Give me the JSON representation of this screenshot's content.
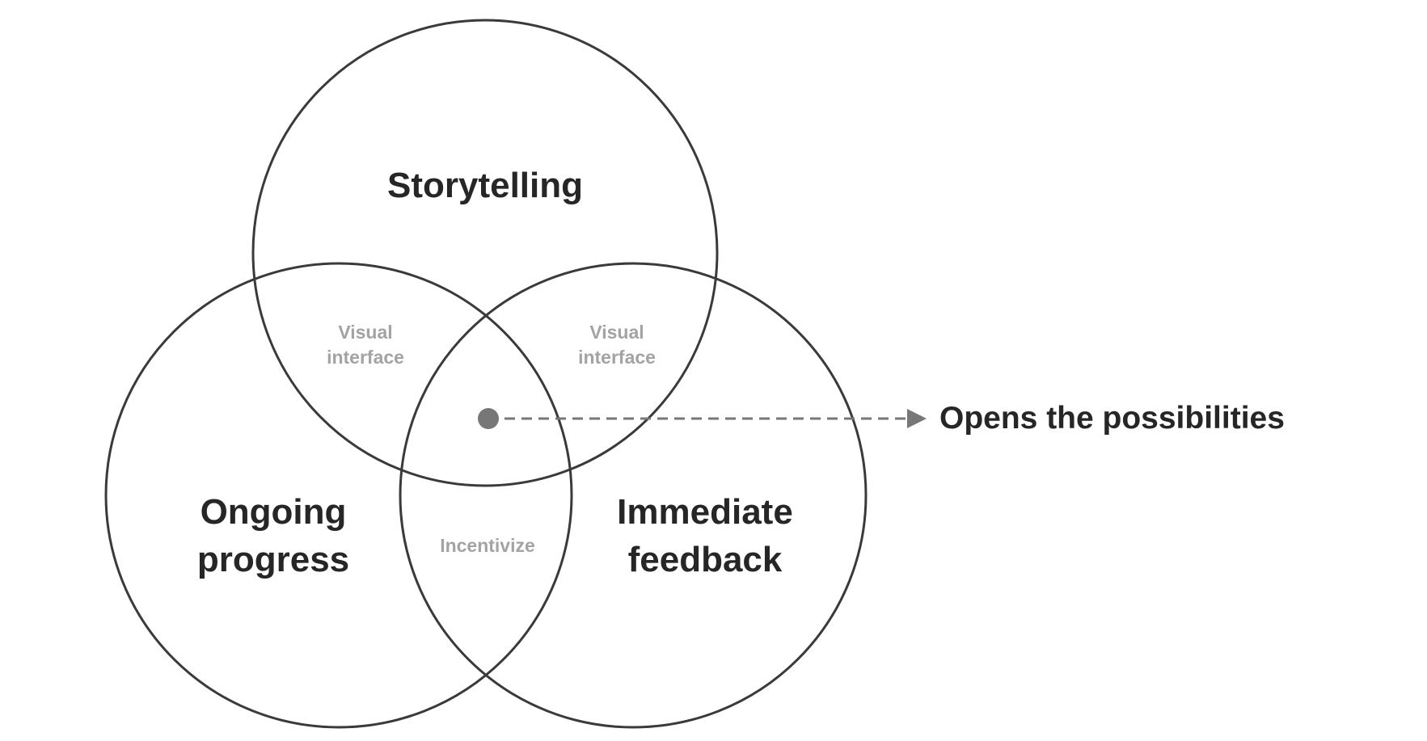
{
  "circles": {
    "top": {
      "label": "Storytelling"
    },
    "left": {
      "label_line1": "Ongoing",
      "label_line2": "progress"
    },
    "right": {
      "label_line1": "Immediate",
      "label_line2": "feedback"
    }
  },
  "overlaps": {
    "top_left": {
      "line1": "Visual",
      "line2": "interface"
    },
    "top_right": {
      "line1": "Visual",
      "line2": "interface"
    },
    "bottom": {
      "label": "Incentivize"
    }
  },
  "callout": {
    "label": "Opens the possibilities"
  },
  "colors": {
    "stroke": "#3a3a3c",
    "main_text": "#262626",
    "overlap_text": "#a3a3a3",
    "connector": "#777777"
  }
}
